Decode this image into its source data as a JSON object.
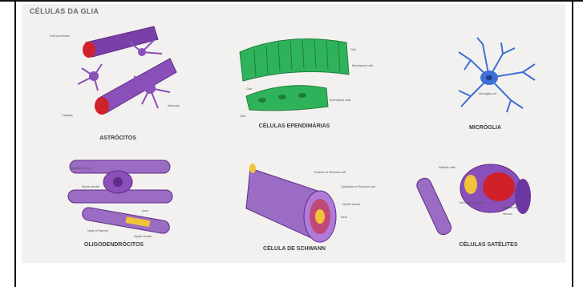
{
  "title": "CÉLULAS DA GLIA",
  "cells": {
    "astrocitos": {
      "caption": "ASTRÓCITOS",
      "labels": [
        "Foot processes",
        "Capillary",
        "Astrocyte"
      ]
    },
    "ependimarias": {
      "caption": "CÉLULAS EPENDIMÁRIAS",
      "labels": [
        "Cilia",
        "Ependymal cells",
        "Cilia",
        "Ependymal cells",
        "Cilia"
      ]
    },
    "microglia": {
      "caption": "MICRÓGLIA",
      "labels": [
        "Microglial cell"
      ]
    },
    "oligodendrocitos": {
      "caption": "OLIGODENDRÓCITOS",
      "labels": [
        "Oligodendrocyte",
        "Myelin sheath",
        "Axon",
        "Node of Ranvier",
        "Myelin sheath"
      ]
    },
    "schwann": {
      "caption": "CÉLULA DE SCHWANN",
      "labels": [
        "Nucleus of Schwann cell",
        "Cytoplasm of Schwann cell",
        "Myelin sheath",
        "Axon"
      ]
    },
    "satelites": {
      "caption": "CÉLULAS SATÉLITES",
      "labels": [
        "Satellite cells",
        "Cell body of neuron",
        "Satellite cell",
        "Neuron"
      ]
    }
  },
  "colors": {
    "panel": "#f3f1ef",
    "purple": "#8a4fb8",
    "purple_dark": "#5e2d87",
    "red": "#d0202a",
    "green": "#2fb35a",
    "green_dark": "#1e7d3c",
    "blue": "#3d6fd4",
    "yellow": "#f2c23a"
  }
}
